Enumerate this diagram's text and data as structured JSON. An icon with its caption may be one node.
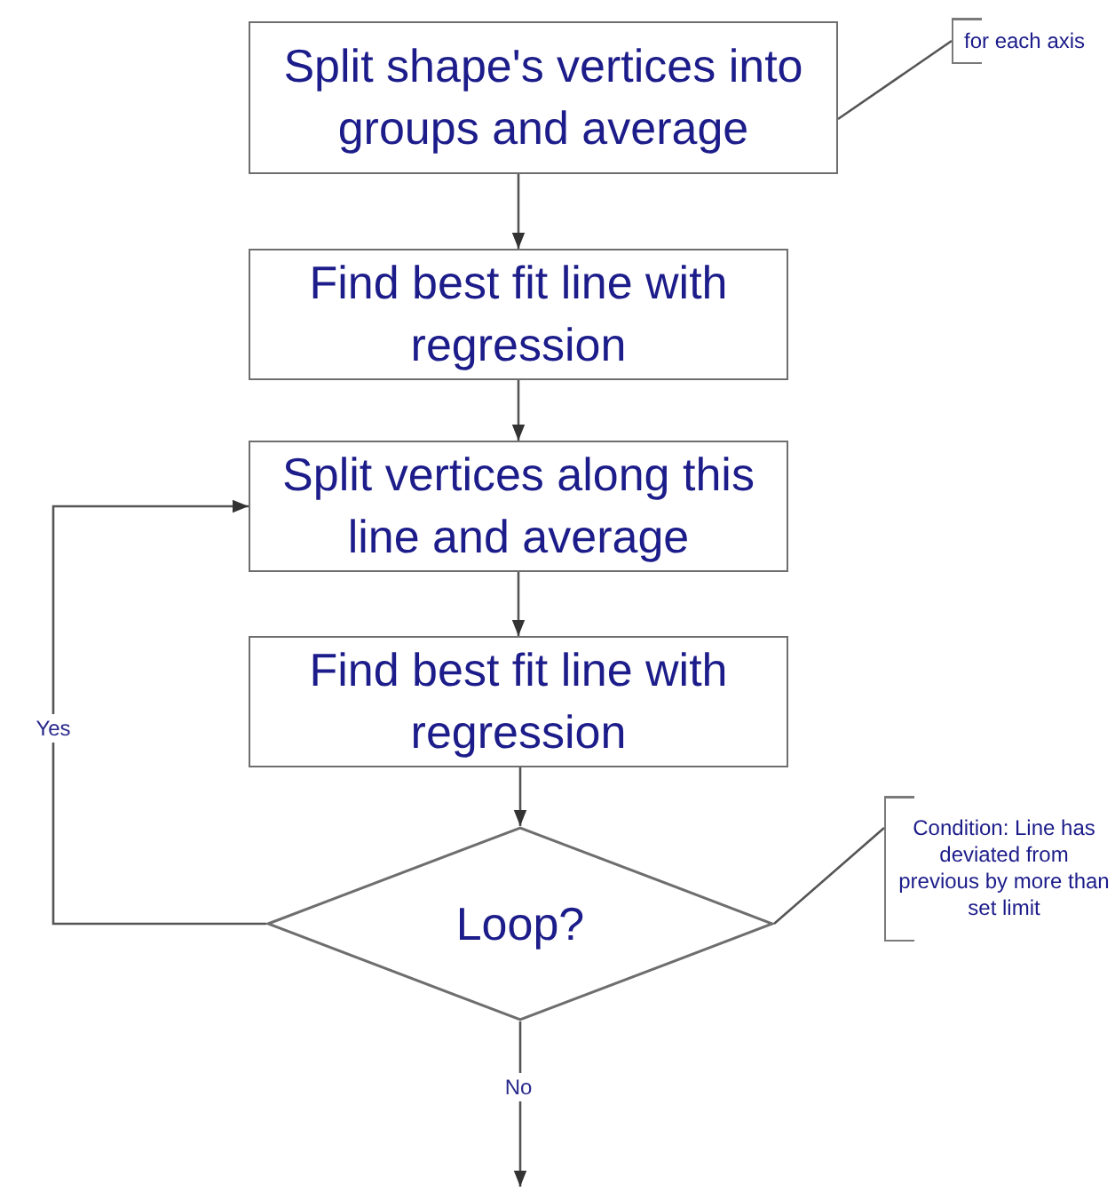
{
  "diagram": {
    "nodes": [
      {
        "text": [
          "Split shape's vertices into groups and average"
        ]
      },
      {
        "text": [
          "Find best fit line with regression"
        ]
      },
      {
        "text": [
          "Split vertices along this line and average"
        ]
      },
      {
        "text": [
          "Find best fit line with regression"
        ]
      },
      {
        "text": [
          "Loop?"
        ]
      },
      {
        "text": [
          "for each axis"
        ]
      },
      {
        "text": [
          "Condition: Line has deviated from previous by more than set limit"
        ]
      }
    ],
    "edges": [
      {
        "from": 0,
        "to": 1,
        "arrow": "to"
      },
      {
        "from": 1,
        "to": 2,
        "arrow": "to"
      },
      {
        "from": 2,
        "to": 3,
        "arrow": "to"
      },
      {
        "from": 3,
        "to": 4,
        "arrow": "to"
      },
      {
        "from": 4,
        "to": 2,
        "arrow": "to",
        "label": "Yes"
      },
      {
        "from": 4,
        "to": null,
        "arrow": "to",
        "label": "No"
      },
      {
        "from": 5,
        "to": 0,
        "arrow": "none"
      },
      {
        "from": 6,
        "to": 4,
        "arrow": "none"
      }
    ]
  }
}
